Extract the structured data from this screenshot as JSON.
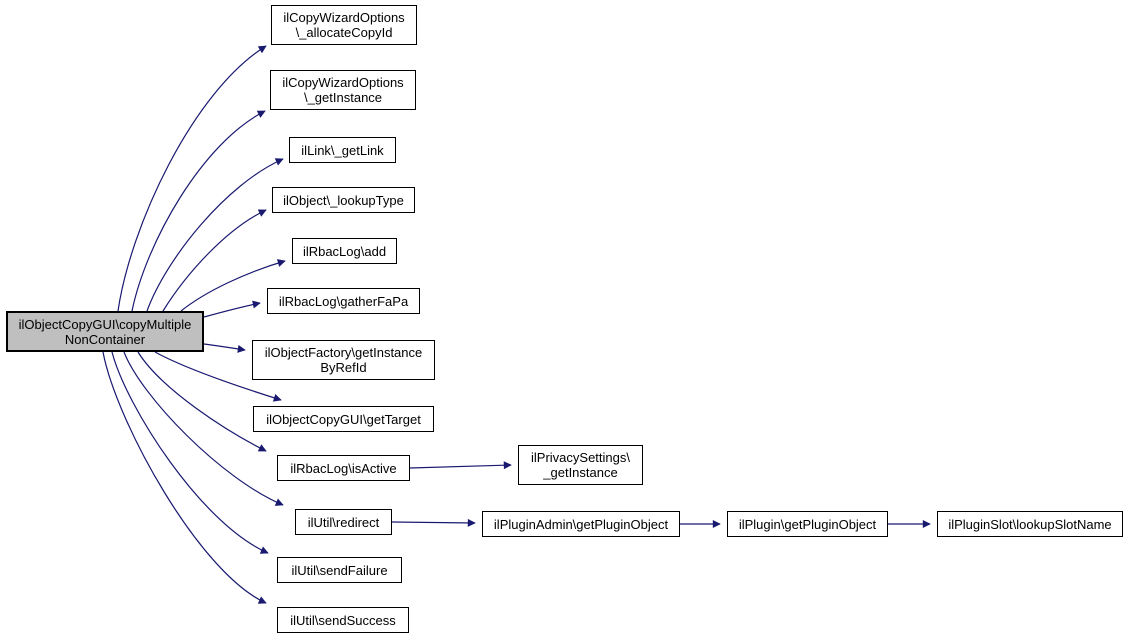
{
  "diagram": {
    "type": "call-graph",
    "background_color": "#ffffff",
    "edge_color": "#191970",
    "node_border_color": "#000000",
    "node_fill_color": "#ffffff",
    "highlight_node_fill_color": "#bfbfbf",
    "text_color": "#000000"
  },
  "nodes": {
    "copy_multiple": {
      "lines": [
        "ilObjectCopyGUI\\copyMultiple",
        "NonContainer"
      ]
    },
    "allocate_copy_id": {
      "lines": [
        "ilCopyWizardOptions",
        "\\_allocateCopyId"
      ]
    },
    "cwo_get_instance": {
      "lines": [
        "ilCopyWizardOptions",
        "\\_getInstance"
      ]
    },
    "get_link": {
      "lines": [
        "ilLink\\_getLink"
      ]
    },
    "lookup_type": {
      "lines": [
        "ilObject\\_lookupType"
      ]
    },
    "rbac_add": {
      "lines": [
        "ilRbacLog\\add"
      ]
    },
    "gather_fapa": {
      "lines": [
        "ilRbacLog\\gatherFaPa"
      ]
    },
    "get_instance_by_ref_id": {
      "lines": [
        "ilObjectFactory\\getInstance",
        "ByRefId"
      ]
    },
    "get_target": {
      "lines": [
        "ilObjectCopyGUI\\getTarget"
      ]
    },
    "is_active": {
      "lines": [
        "ilRbacLog\\isActive"
      ]
    },
    "redirect": {
      "lines": [
        "ilUtil\\redirect"
      ]
    },
    "send_failure": {
      "lines": [
        "ilUtil\\sendFailure"
      ]
    },
    "send_success": {
      "lines": [
        "ilUtil\\sendSuccess"
      ]
    },
    "privacy_get_instance": {
      "lines": [
        "ilPrivacySettings\\",
        "_getInstance"
      ]
    },
    "plugin_admin_get_plugin_object": {
      "lines": [
        "ilPluginAdmin\\getPluginObject"
      ]
    },
    "plugin_get_plugin_object": {
      "lines": [
        "ilPlugin\\getPluginObject"
      ]
    },
    "plugin_slot_lookup_slot_name": {
      "lines": [
        "ilPluginSlot\\lookupSlotName"
      ]
    }
  },
  "edges": [
    {
      "from": "copy_multiple",
      "to": "allocate_copy_id"
    },
    {
      "from": "copy_multiple",
      "to": "cwo_get_instance"
    },
    {
      "from": "copy_multiple",
      "to": "get_link"
    },
    {
      "from": "copy_multiple",
      "to": "lookup_type"
    },
    {
      "from": "copy_multiple",
      "to": "rbac_add"
    },
    {
      "from": "copy_multiple",
      "to": "gather_fapa"
    },
    {
      "from": "copy_multiple",
      "to": "get_instance_by_ref_id"
    },
    {
      "from": "copy_multiple",
      "to": "get_target"
    },
    {
      "from": "copy_multiple",
      "to": "is_active"
    },
    {
      "from": "copy_multiple",
      "to": "redirect"
    },
    {
      "from": "copy_multiple",
      "to": "send_failure"
    },
    {
      "from": "copy_multiple",
      "to": "send_success"
    },
    {
      "from": "is_active",
      "to": "privacy_get_instance"
    },
    {
      "from": "redirect",
      "to": "plugin_admin_get_plugin_object"
    },
    {
      "from": "plugin_admin_get_plugin_object",
      "to": "plugin_get_plugin_object"
    },
    {
      "from": "plugin_get_plugin_object",
      "to": "plugin_slot_lookup_slot_name"
    }
  ]
}
